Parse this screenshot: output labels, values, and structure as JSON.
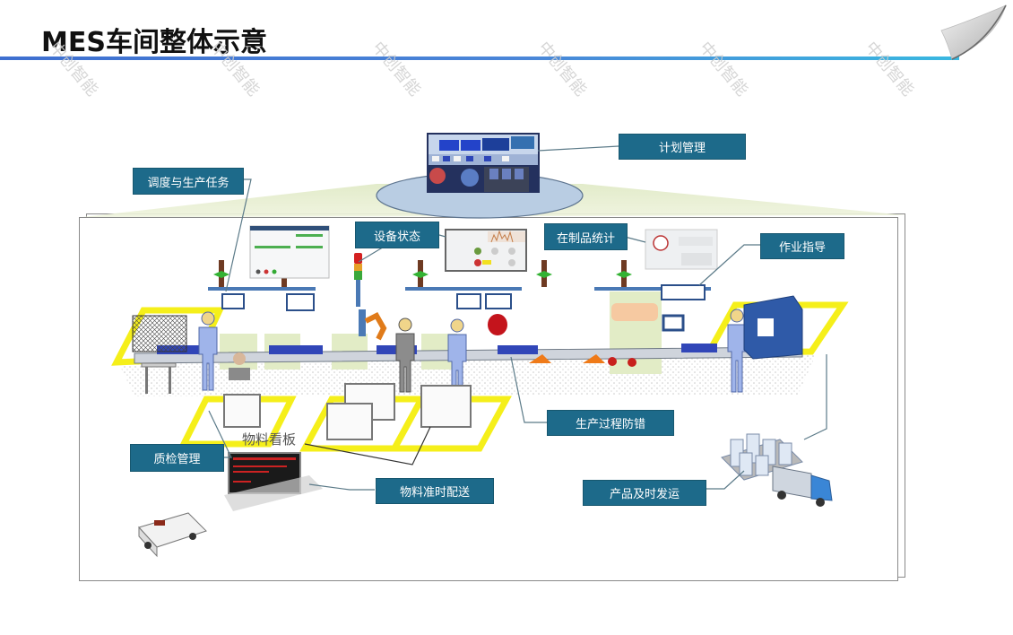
{
  "page": {
    "title": "MES车间整体示意",
    "watermark_text": "中创智能"
  },
  "diagram": {
    "labels": {
      "plan_management": "计划管理",
      "dispatch_tasks": "调度与生产任务",
      "equipment_status": "设备状态",
      "wip_statistics": "在制品统计",
      "work_instruction": "作业指导",
      "error_proofing": "生产过程防错",
      "quality_management": "质检管理",
      "material_jit_delivery": "物料准时配送",
      "product_shipping": "产品及时发运",
      "material_board": "物料看板"
    },
    "colors": {
      "label_bg": "#1d6a8a",
      "label_text": "#ffffff",
      "floor_zone": "#f5ef1a",
      "work_cell": "#e2ecc6",
      "conveyor": "#3146b8",
      "worker": "#9fb4ea",
      "title_rule": "#3e6fd0"
    }
  }
}
